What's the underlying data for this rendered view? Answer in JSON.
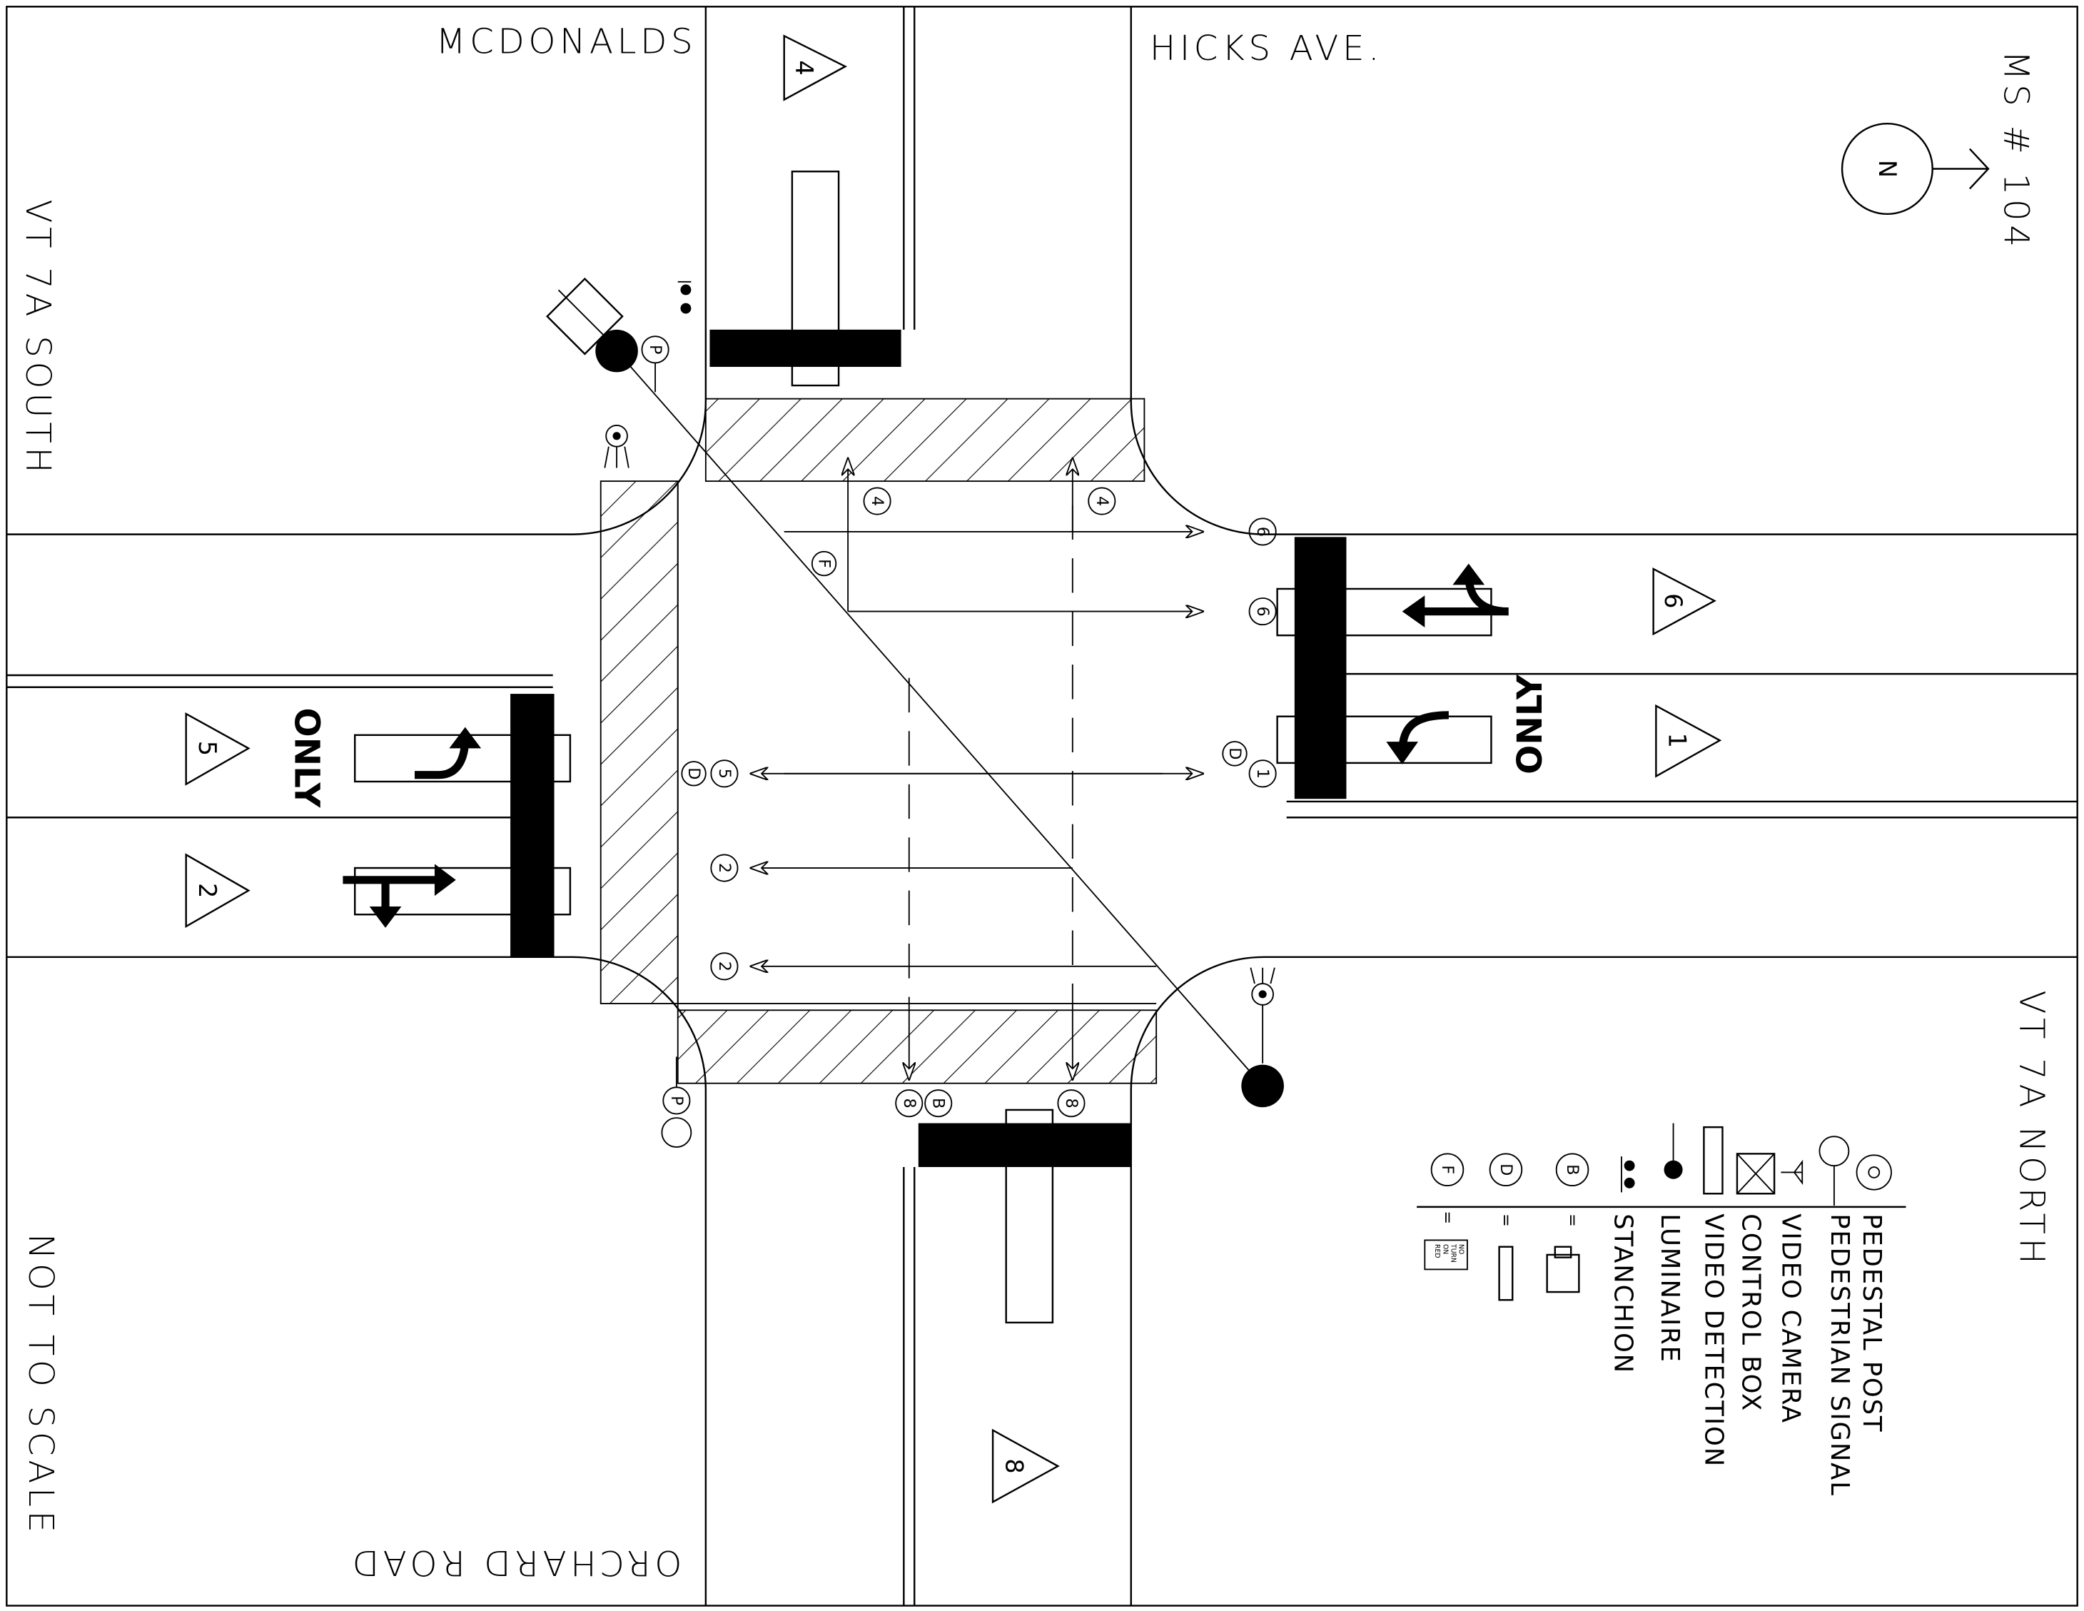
{
  "streets": {
    "top_left": "MCDONALDS",
    "top_right": "HICKS AVE.",
    "left": "VT 7A SOUTH",
    "right": "VT 7A NORTH",
    "bottom": "ORCHARD ROAD"
  },
  "map_id": "MS # 104",
  "north_label": "N",
  "scale_note": "NOT TO SCALE",
  "pavement_text": "ONLY",
  "phases": [
    "4",
    "6",
    "1",
    "5",
    "2",
    "8"
  ],
  "signal_heads": {
    "north_1": "4",
    "north_2": "4",
    "east_1": "6",
    "east_2": "6",
    "east_3": "1",
    "east_3_type": "D",
    "west_1": "5",
    "west_1_type": "D",
    "west_2": "2",
    "west_3": "2",
    "south_1": "8",
    "south_1_type": "B",
    "south_2": "8",
    "diag": "F",
    "ped_post": "P"
  },
  "legend": [
    {
      "icon": "pedestal-post",
      "label": "PEDESTAL POST"
    },
    {
      "icon": "pedestrian-signal",
      "label": "PEDESTRIAN SIGNAL"
    },
    {
      "icon": "video-camera",
      "label": "VIDEO CAMERA"
    },
    {
      "icon": "control-box",
      "label": "CONTROL BOX"
    },
    {
      "icon": "video-detection",
      "label": "VIDEO DETECTION"
    },
    {
      "icon": "luminaire",
      "label": "LUMINAIRE"
    },
    {
      "icon": "stanchion",
      "label": "STANCHION"
    }
  ],
  "legend_keys": [
    {
      "key": "B",
      "eq": "="
    },
    {
      "key": "D",
      "eq": "="
    },
    {
      "key": "F",
      "eq": "=",
      "sign": "NO TURN ON RED"
    }
  ],
  "sign_lines": [
    "NO",
    "TURN",
    "ON",
    "RED"
  ]
}
